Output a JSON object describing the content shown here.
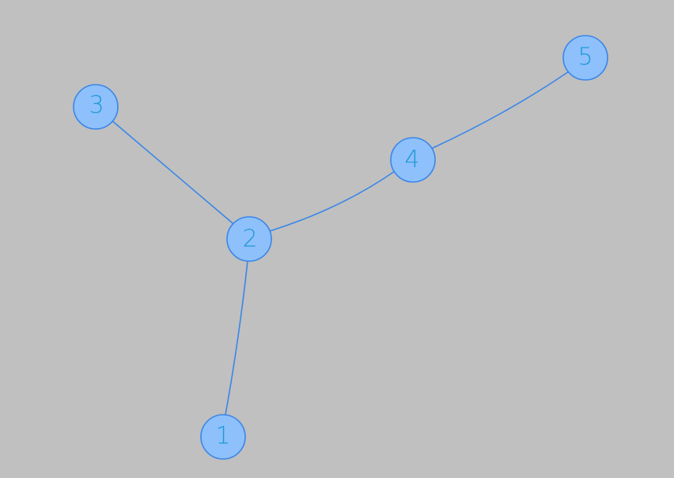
{
  "diagram": {
    "colors": {
      "background": "#c0c0c0",
      "edge": "#3a86e8",
      "node_fill": "#8ec0fb",
      "node_stroke": "#3a86e8",
      "label": "#1f9ad6"
    },
    "nodes": [
      {
        "id": "1",
        "label": "1"
      },
      {
        "id": "2",
        "label": "2"
      },
      {
        "id": "3",
        "label": "3"
      },
      {
        "id": "4",
        "label": "4"
      },
      {
        "id": "5",
        "label": "5"
      }
    ],
    "edges": [
      {
        "from": "1",
        "to": "2"
      },
      {
        "from": "2",
        "to": "3"
      },
      {
        "from": "2",
        "to": "4"
      },
      {
        "from": "4",
        "to": "5"
      }
    ]
  }
}
